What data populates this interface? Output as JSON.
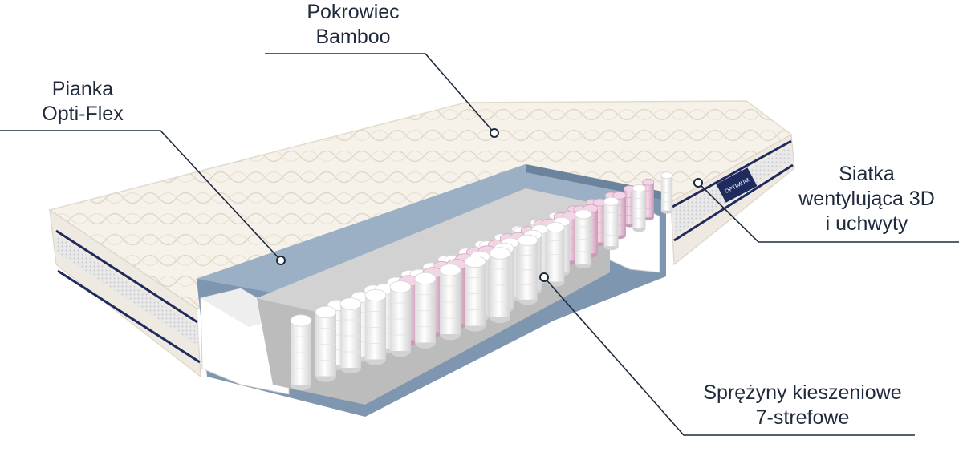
{
  "annotations": {
    "cover": {
      "lines": [
        "Pokrowiec",
        "Bamboo"
      ]
    },
    "foam": {
      "lines": [
        "Pianka",
        "Opti-Flex"
      ]
    },
    "mesh": {
      "lines": [
        "Siatka",
        "wentylująca 3D",
        "i uchwyty"
      ]
    },
    "springs": {
      "lines": [
        "Sprężyny kieszeniowe",
        "7-strefowe"
      ]
    }
  },
  "brand_tag": "OPTIMUM",
  "colors": {
    "text": "#1f2a3d",
    "leader": "#1f2a3d",
    "cover": "#f6f2ea",
    "quilt": "#ddd5c6",
    "foam": "#7f96b0",
    "felt": "#bcbcbc",
    "spring_white": "#f4f4f4",
    "spring_pink": "#e8c3d8",
    "navy": "#1f2b5e"
  }
}
